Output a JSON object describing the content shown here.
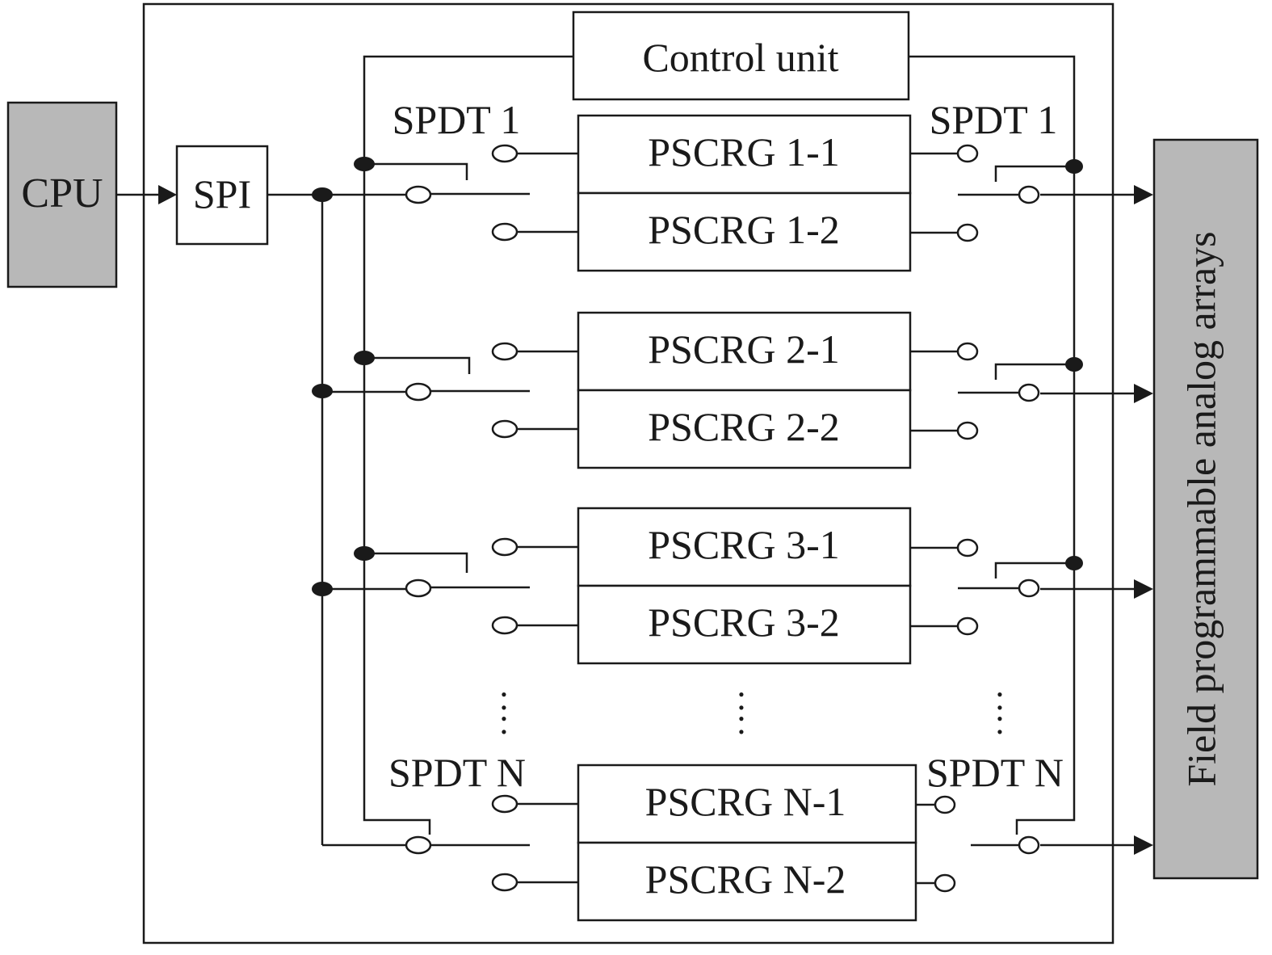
{
  "diagram": {
    "cpu_label": "CPU",
    "spi_label": "SPI",
    "control_unit_label": "Control unit",
    "fpaa_label": "Field programmable analog arrays",
    "ellipsis": ":",
    "groups": [
      {
        "id": "1",
        "spdt_left": "SPDT 1",
        "spdt_right": "SPDT 1",
        "pscrg_top": "PSCRG 1-1",
        "pscrg_bottom": "PSCRG 1-2"
      },
      {
        "id": "2",
        "spdt_left": "",
        "spdt_right": "",
        "pscrg_top": "PSCRG 2-1",
        "pscrg_bottom": "PSCRG 2-2"
      },
      {
        "id": "3",
        "spdt_left": "",
        "spdt_right": "",
        "pscrg_top": "PSCRG 3-1",
        "pscrg_bottom": "PSCRG 3-2"
      },
      {
        "id": "N",
        "spdt_left": "SPDT N",
        "spdt_right": "SPDT N",
        "pscrg_top": "PSCRG N-1",
        "pscrg_bottom": "PSCRG N-2"
      }
    ]
  }
}
